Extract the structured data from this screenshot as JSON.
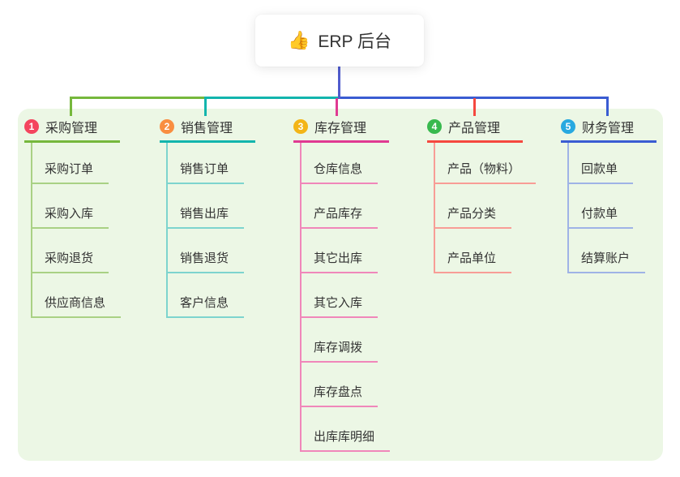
{
  "root": {
    "icon": "👍",
    "label": "ERP 后台",
    "connector_color": "#505ccd"
  },
  "canvas": {
    "background": "#ffffff",
    "panel_background": "#ecf7e5"
  },
  "branches": [
    {
      "index": "1",
      "label": "采购管理",
      "badge_color": "#f4455e",
      "color": "#76b83c",
      "light_color": "#a9d184",
      "children": [
        "采购订单",
        "采购入库",
        "采购退货",
        "供应商信息"
      ]
    },
    {
      "index": "2",
      "label": "销售管理",
      "badge_color": "#f98e40",
      "color": "#12b5ad",
      "light_color": "#7dd4ce",
      "children": [
        "销售订单",
        "销售出库",
        "销售退货",
        "客户信息"
      ]
    },
    {
      "index": "3",
      "label": "库存管理",
      "badge_color": "#f3b517",
      "color": "#e03a92",
      "light_color": "#f087ba",
      "children": [
        "仓库信息",
        "产品库存",
        "其它出库",
        "其它入库",
        "库存调拨",
        "库存盘点",
        "出库库明细"
      ]
    },
    {
      "index": "4",
      "label": "产品管理",
      "badge_color": "#38b94e",
      "color": "#f5483f",
      "light_color": "#f89d96",
      "children": [
        "产品（物料）",
        "产品分类",
        "产品单位"
      ]
    },
    {
      "index": "5",
      "label": "财务管理",
      "badge_color": "#28a9e0",
      "color": "#3a5cd2",
      "light_color": "#9fb3e6",
      "children": [
        "回款单",
        "付款单",
        "结算账户"
      ]
    }
  ]
}
